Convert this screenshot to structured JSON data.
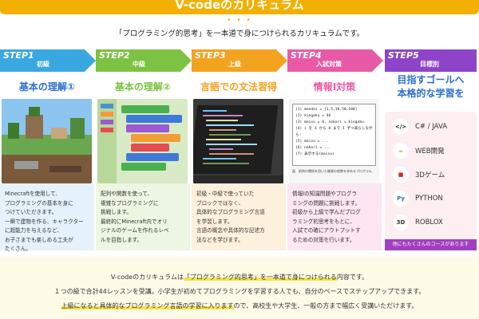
{
  "header": {
    "title": "V-codeのカリキュラム",
    "dots": "• • •",
    "subtitle": "「プログラミング的思考」を一本道で身につけられるカリキュラムです。"
  },
  "colors": {
    "step1": "#39a8e0",
    "step2": "#7cc243",
    "step3": "#f4a320",
    "step4": "#e95aa6",
    "step5": "#8e44c8",
    "accent_blue": "#2b6fd0",
    "highlight": "#f7e34a"
  },
  "steps": [
    {
      "step": "STEP1",
      "level": "初級",
      "title": "基本の理解①",
      "title_color": "#2b6fd0",
      "desc": [
        "Minecraftを使用して、",
        "プログラミングの基本を身に",
        "つけていただきます。",
        "一瞬で建物を作る、キャラクター",
        "に超能力を与えるなど、",
        "お子さまでも楽しめる工夫が",
        "たくさん。"
      ]
    },
    {
      "step": "STEP2",
      "level": "中級",
      "title": "基本の理解②",
      "title_color": "#7cc243",
      "desc": [
        "配列や関数を使って、",
        "複雑なプログラミングに",
        "挑戦します。",
        "最終的にMinecraft内でオリ",
        "ジナルのゲームを作れるレベ",
        "ルを目指します。"
      ]
    },
    {
      "step": "STEP3",
      "level": "上級",
      "title": "言語での文法習得",
      "title_color": "#f4a320",
      "desc": [
        "初級・中級で使っていた",
        "ブロックではなく、",
        "具体的なプログラミング言語",
        "を学習します。",
        "言語の概念や具体的な記述方",
        "法などを学びます。"
      ]
    },
    {
      "step": "STEP4",
      "level": "入試対策",
      "title": "情報Ⅰ対策",
      "title_color": "#e95aa6",
      "desc": [
        "情報Ⅰの知識問題やプログラ",
        "ミングの問題に挑戦します。",
        "初級から上級で学んだプログ",
        "ラミング的思考をもとに、",
        "入試での確にアウトプットす",
        "るための対策を行います。"
      ]
    }
  ],
  "goal": {
    "step": "STEP5",
    "level": "目標別",
    "title_line1": "目指すゴールへ",
    "title_line2": "本格的な学習を",
    "items": [
      {
        "label": "C# / JAVA",
        "icon": "code-icon",
        "glyph": "</>"
      },
      {
        "label": "WEB開発",
        "icon": "java-icon",
        "glyph": "☕"
      },
      {
        "label": "3Dゲーム",
        "icon": "roblox-icon",
        "glyph": "■"
      },
      {
        "label": "PYTHON",
        "icon": "python-icon",
        "glyph": "Py"
      },
      {
        "label": "ROBLOX",
        "icon": "3d-icon",
        "glyph": "3D"
      }
    ],
    "footer": "他にもたくさんのコースがあります"
  },
  "screens": {
    "step4_code": [
      "(1)  mondai = [1,5,10,50,100]",
      "(2)  kingaku = 46",
      "(3)  maisu = 0, nokori = kingaku",
      "(4)  i を 4 から 0 まで 1 ずつ減らしながら:",
      "(5)      maisu = ...",
      "(6)      nokori = ...",
      "(7)  表示する(maisu)"
    ],
    "step4_caption": "図　前例の関係を用いた硬貨の枚数を求めるプログラム"
  },
  "bottom": {
    "line1_pre": "V-codeのカリキュラムは",
    "line1_hl": "「プログラミング的思考」を一本道で身につけられる",
    "line1_post": "内容です。",
    "line2": "１つの級で合計44レッスンを受講。小学生が初めてプログラミングを学習する人でも、自分のペースでステップアップできます。",
    "line3_hl": "上級になると具体的なプログラミング言語の学習に入ります",
    "line3_post": "ので、高校生や大学生、一般の方まで幅広く受講いただけます。"
  }
}
